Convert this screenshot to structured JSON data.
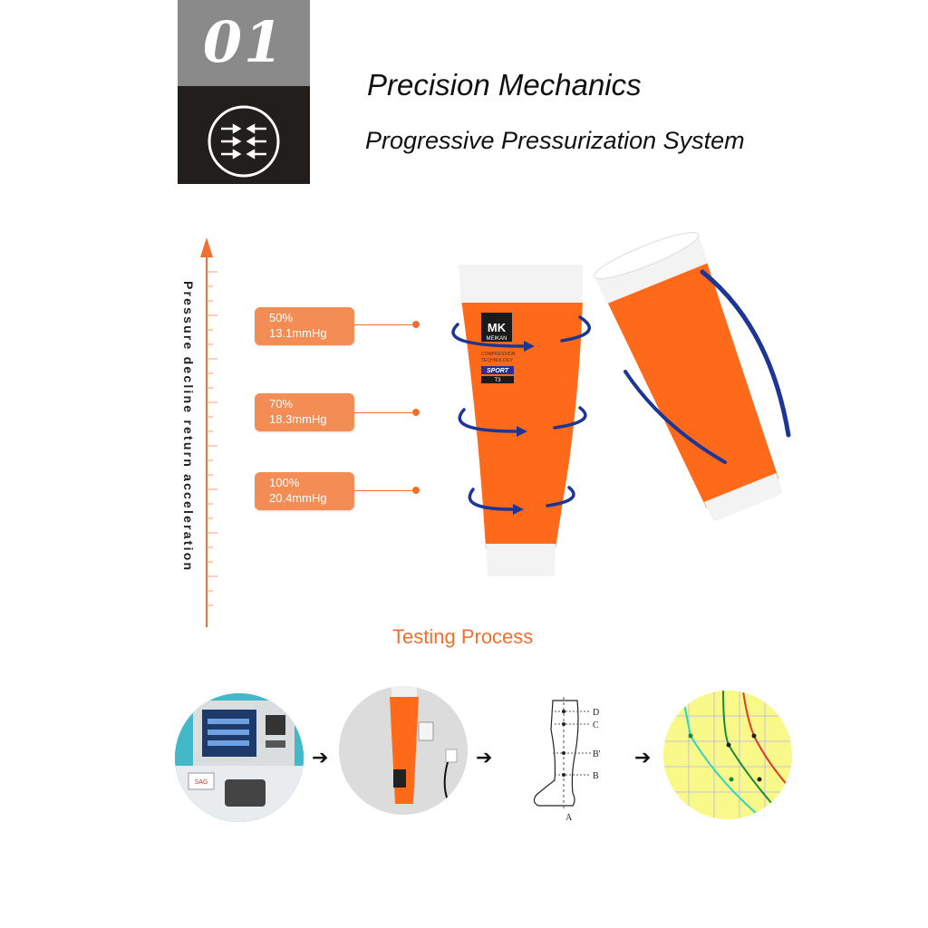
{
  "header": {
    "section_number": "01",
    "icon": "compression-arrows-icon",
    "title": "Precision Mechanics",
    "subtitle": "Progressive Pressurization System"
  },
  "pressure": {
    "axis_label": "Pressure decline return acceleration",
    "levels": [
      {
        "percent": "50%",
        "mmhg": "13.1mmHg"
      },
      {
        "percent": "70%",
        "mmhg": "18.3mmHg"
      },
      {
        "percent": "100%",
        "mmhg": "20.4mmHg"
      }
    ]
  },
  "product": {
    "logo_mark": "MK",
    "brand": "MEIKAN",
    "tech_line1": "COMPRESSION",
    "tech_line2": "TECHNOLOGY",
    "model": "SPORT",
    "size": "T3"
  },
  "testing": {
    "title": "Testing Process",
    "machine_label": "SAG",
    "leg_points": [
      "D",
      "C",
      "B'",
      "B",
      "A"
    ]
  },
  "colors": {
    "accent_orange": "#f07030",
    "pill_orange": "#f48d55",
    "sleeve_orange": "#ff6a1a",
    "badge_grey": "#8a8a8a",
    "badge_dark": "#211e1b",
    "arrow_blue": "#1d3594"
  }
}
